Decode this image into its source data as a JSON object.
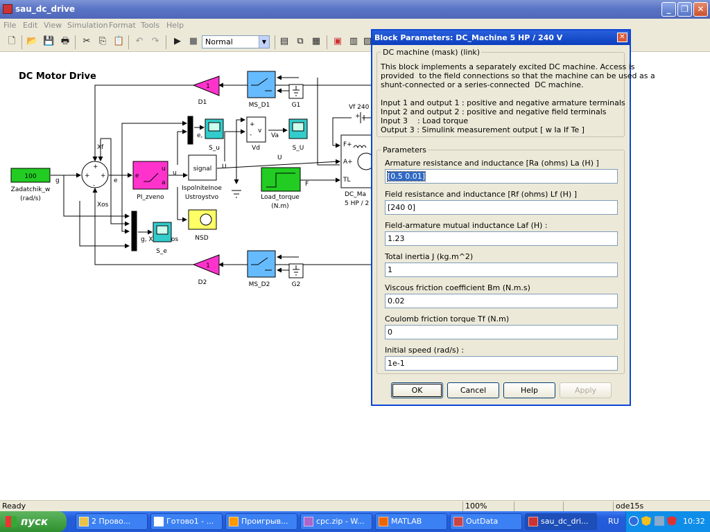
{
  "window": {
    "title": "sau_dc_drive"
  },
  "menu": [
    "File",
    "Edit",
    "View",
    "Simulation",
    "Format",
    "Tools",
    "Help"
  ],
  "toolbar": {
    "sim_mode": "Normal"
  },
  "model": {
    "title": "DC Motor Drive",
    "blocks": {
      "zadatchik_value": "100",
      "zadatchik_name": "Zadatchik_w",
      "zadatchik_unit": "(rad/s)",
      "d1_gain": "1",
      "d1": "D1",
      "d2_gain": "1",
      "d2": "D2",
      "ms_d1": "MS_D1",
      "ms_d2": "MS_D2",
      "g1": "G1",
      "g2": "G2",
      "pi": "PI_zveno",
      "ispol1": "IspolniteInoe",
      "ispol2": "Ustroystvo",
      "signal": "signal",
      "s_u": "S_u",
      "s_U": "S_U",
      "s_e": "S_e",
      "vd": "Vd",
      "nsd": "NSD",
      "load1": "Load_torque",
      "load2": "(N.m)",
      "dc1": "DC_Ma",
      "dc2": "5 HP / 2",
      "vf": "Vf 240"
    },
    "signals": {
      "g": "g",
      "e": "e",
      "u": "u",
      "U": "U",
      "U2": "U",
      "F": "F",
      "Xf": "Xf",
      "Xos": "Xos",
      "Va": "Va",
      "eu": "e, u",
      "mux": "g, Xf, e, Xos",
      "pi_e": "e",
      "pi_u": "u",
      "pi_a": "a",
      "Fp": "F+",
      "Ap": "A+",
      "TL": "TL",
      "v": "v",
      "plus": "+",
      "minus": "-"
    }
  },
  "dialog": {
    "title": "Block Parameters: DC_Machine 5 HP / 240 V",
    "mask_group": "DC machine (mask) (link)",
    "description": "This block implements a separately excited DC machine. Access is\nprovided  to the field connections so that the machine can be used as a\nshunt-connected or a series-connected  DC machine.\n\nInput 1 and output 1 : positive and negative armature terminals\nInput 2 and output 2 : positive and negative field terminals\nInput 3    : Load torque\nOutput 3 : Simulink measurement output [ w Ia If Te ]",
    "params_group": "Parameters",
    "params": [
      {
        "label": "Armature resistance and inductance [Ra (ohms) La (H) ]",
        "value": "[0.5  0.01]"
      },
      {
        "label": "Field resistance and inductance [Rf (ohms) Lf (H) ]",
        "value": "[240  0]"
      },
      {
        "label": "Field-armature mutual inductance Laf (H) :",
        "value": "1.23"
      },
      {
        "label": "Total inertia J (kg.m^2)",
        "value": "1"
      },
      {
        "label": "Viscous friction coefficient Bm (N.m.s)",
        "value": "0.02"
      },
      {
        "label": "Coulomb friction torque Tf (N.m)",
        "value": "0"
      },
      {
        "label": "Initial speed (rad/s) :",
        "value": "1e-1"
      }
    ],
    "buttons": {
      "ok": "OK",
      "cancel": "Cancel",
      "help": "Help",
      "apply": "Apply"
    }
  },
  "status": {
    "left": "Ready",
    "zoom": "100%",
    "solver": "ode15s"
  },
  "taskbar": {
    "start": "пуск",
    "tasks": [
      "2 Прово...",
      "Готово1 - ...",
      "Проигрыв...",
      "cpc.zip - W...",
      "MATLAB",
      "OutData",
      "sau_dc_dri..."
    ],
    "lang": "RU",
    "clock": "10:32"
  },
  "colors": {
    "green_block": "#22cc22",
    "magenta_block": "#ff33cc",
    "cyan_block": "#33cccc",
    "switch_block": "#66bbff",
    "titlebar": "#0b3fbd"
  }
}
